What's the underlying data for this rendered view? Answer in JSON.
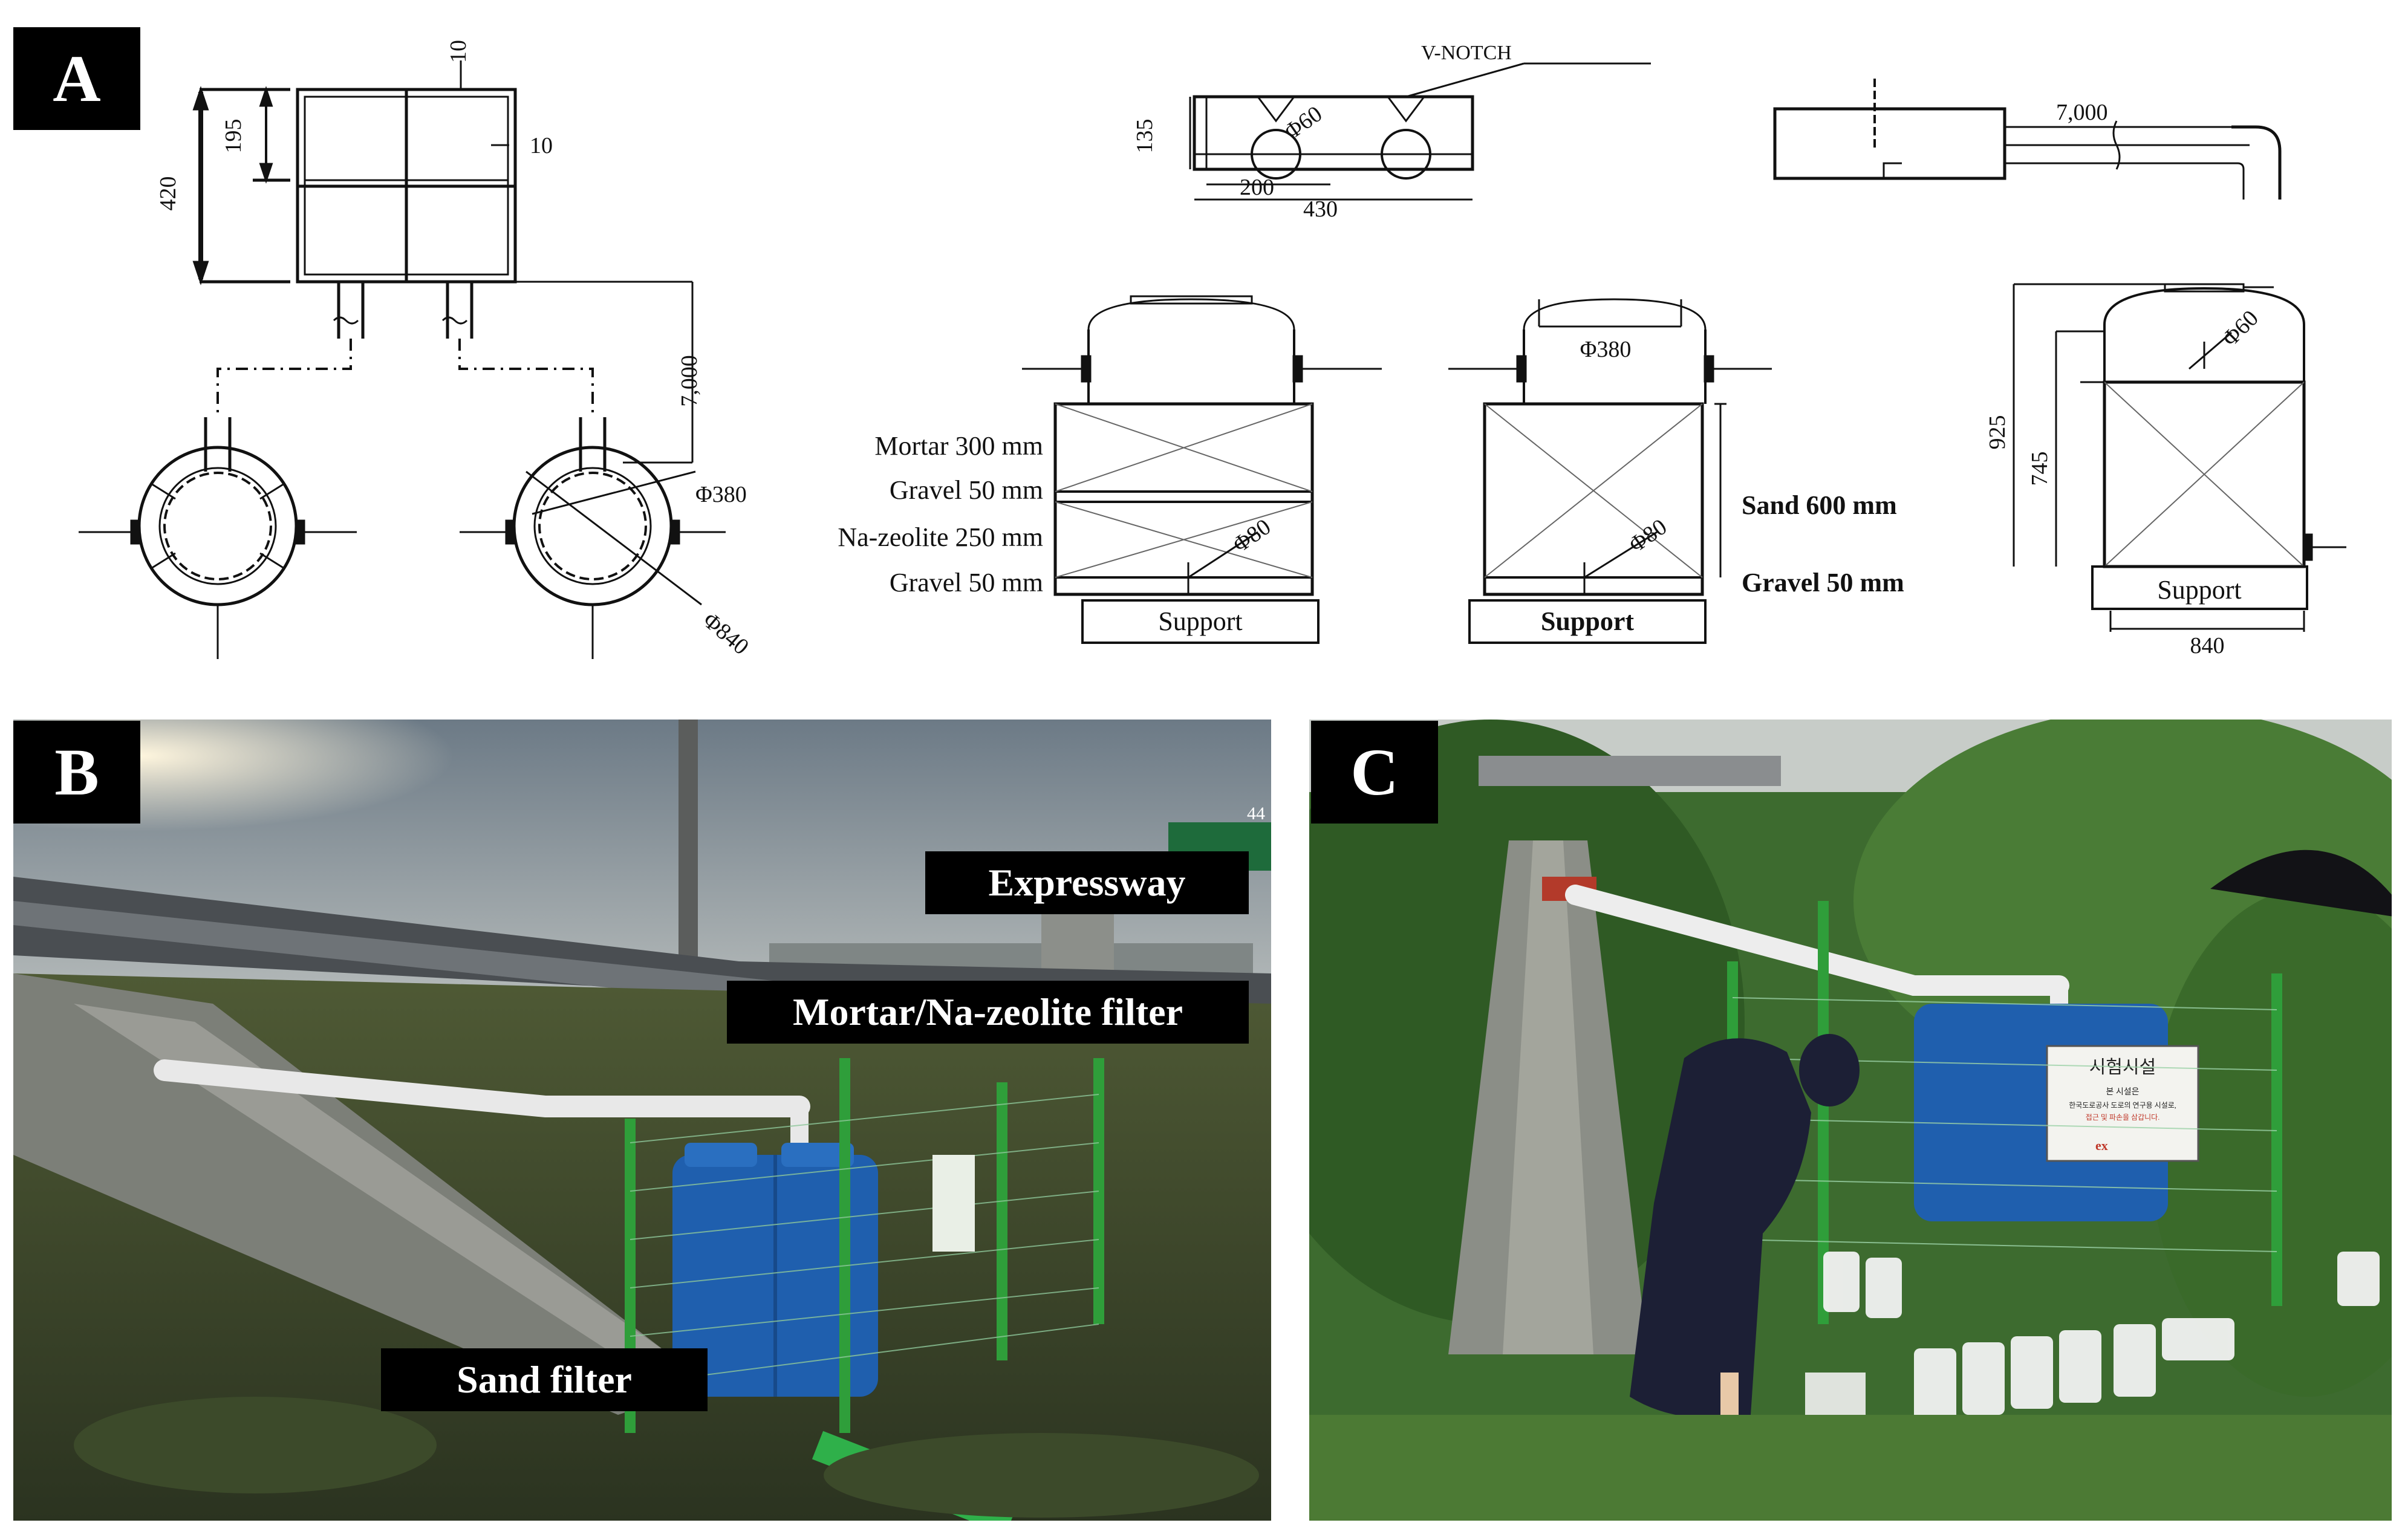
{
  "panels": {
    "a": "A",
    "b": "B",
    "c": "C"
  },
  "plan_view": {
    "dims": {
      "height_total": "420",
      "height_top": "195",
      "wall_top": "10",
      "wall_side": "10",
      "pipe_length": "7,000",
      "inner_dia": "Φ380",
      "outer_dia": "Φ840"
    }
  },
  "vnotch_view": {
    "label": "V-NOTCH",
    "height": "135",
    "dia": "Φ60",
    "spacing": "200",
    "width": "430"
  },
  "side_view": {
    "pipe_length": "7,000"
  },
  "section_mortar": {
    "layers": [
      "Mortar 300 mm",
      "Gravel 50 mm",
      "Na-zeolite 250 mm",
      "Gravel 50 mm"
    ],
    "outlet": "Φ80",
    "support": "Support"
  },
  "section_sand": {
    "lid": "Φ380",
    "layers": [
      "Sand 600 mm",
      "Gravel 50 mm"
    ],
    "outlet": "Φ80",
    "support": "Support"
  },
  "section_tank": {
    "height_total": "925",
    "height_inner": "745",
    "dia": "Φ60",
    "width": "840",
    "support": "Support"
  },
  "photo_b": {
    "labels": {
      "expressway": "Expressway",
      "mortar_filter": "Mortar/Na-zeolite filter",
      "sand_filter": "Sand filter"
    },
    "sign_number": "44"
  },
  "photo_c": {
    "sign_title": "시험시설",
    "sign_line1": "본 시설은",
    "sign_line2": "한국도로공사 도로의 연구용 시설로,",
    "sign_line3": "접근 및 파손을 삼갑니다.",
    "sign_logo": "ex"
  },
  "colors": {
    "fence_green": "#2f9e3a",
    "tank_blue": "#1f5fae",
    "pipe_white": "#e6e6e6"
  }
}
